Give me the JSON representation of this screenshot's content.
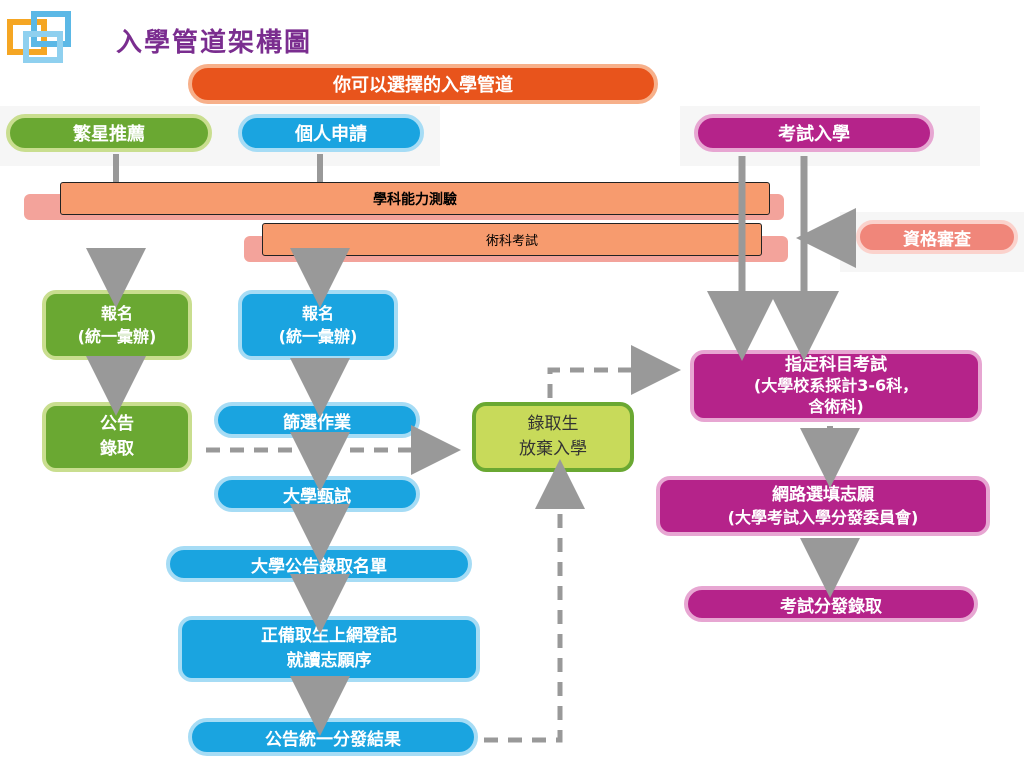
{
  "header": {
    "title": "入學管道架構圖"
  },
  "top_banner": "你可以選擇的入學管道",
  "channels": {
    "star": "繁星推薦",
    "personal": "個人申請",
    "exam": "考試入學"
  },
  "bands": {
    "gsat": "學科能力測驗",
    "art": "術科考試"
  },
  "qualification_review": "資格審查",
  "star_path": {
    "register_line1": "報名",
    "register_line2": "(統一彙辦)",
    "announce_line1": "公告",
    "announce_line2": "錄取"
  },
  "personal_path": {
    "register_line1": "報名",
    "register_line2": "(統一彙辦)",
    "screening": "篩選作業",
    "interview": "大學甄試",
    "list": "大學公告錄取名單",
    "register_online_line1": "正備取生上網登記",
    "register_online_line2": "就讀志願序",
    "result": "公告統一分發結果"
  },
  "give_up": {
    "line1": "錄取生",
    "line2": "放棄入學"
  },
  "exam_path": {
    "designated_line1": "指定科目考試",
    "designated_line2": "(大學校系採計3-6科，",
    "designated_line3": "含術科)",
    "online_choice_line1": "網路選填志願",
    "online_choice_line2": "(大學考試入學分發委員會)",
    "distribution": "考試分發錄取"
  },
  "colors": {
    "orange": "#e8541c",
    "green": "#6aa832",
    "blue": "#1aa4e0",
    "magenta": "#b5238a",
    "salmon": "#f0867a",
    "arrow": "#999999",
    "title": "#7a2d8f"
  }
}
